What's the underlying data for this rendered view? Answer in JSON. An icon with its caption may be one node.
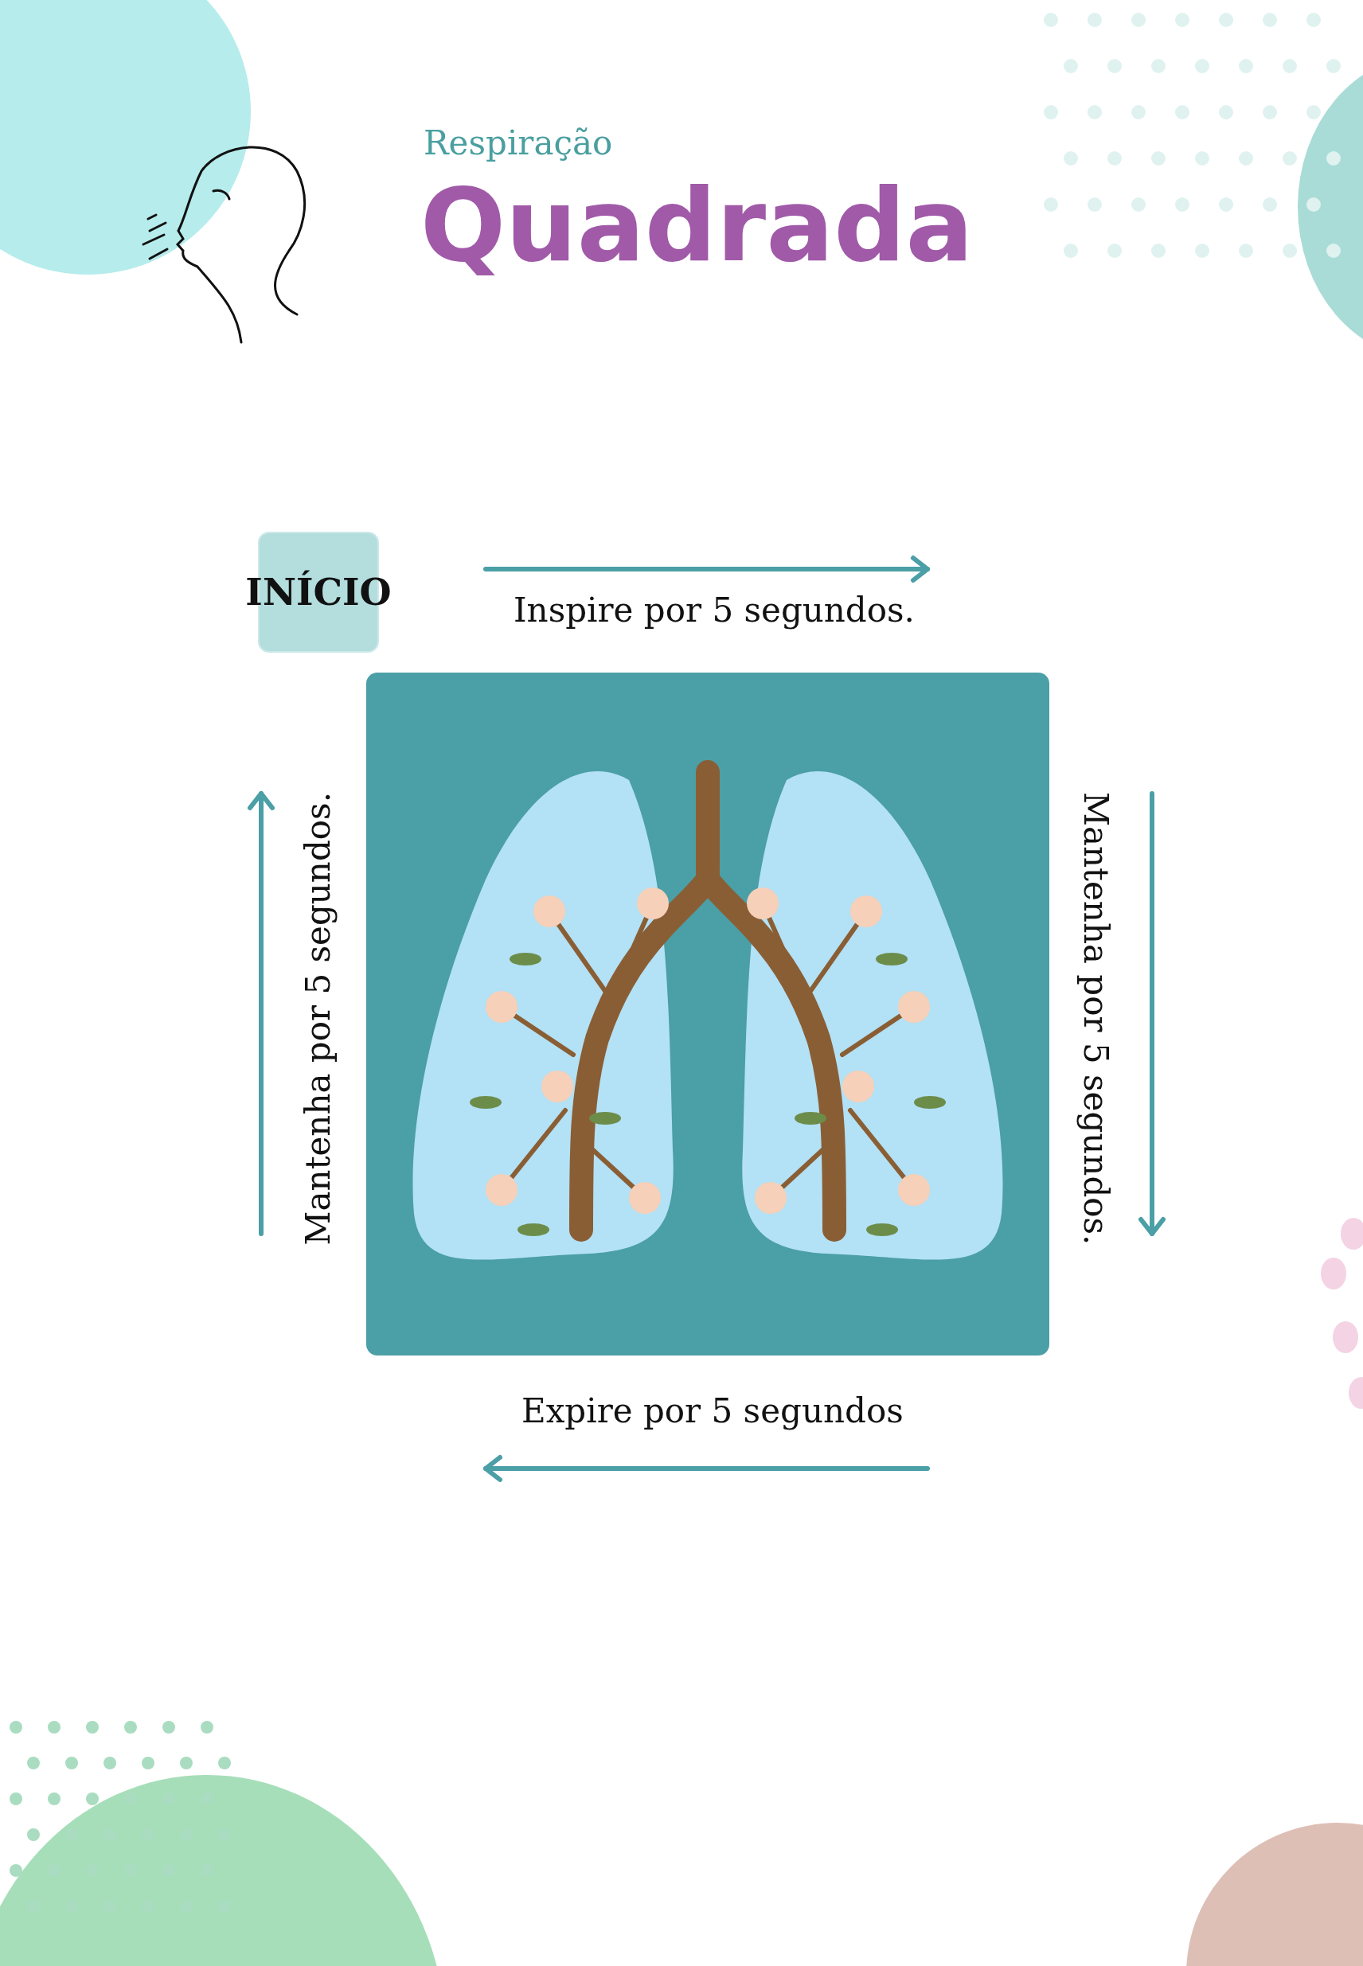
{
  "diagram": {
    "title": "Quadrada",
    "nodes": [
      {
        "text": [
          "INÍCIO"
        ]
      }
    ],
    "labels": [
      "Respiração",
      "Inspire por 5 segundos.",
      "Mantenha por 5 segundos.",
      "Mantenha por 5 segundos.",
      "Expire por 5 segundos"
    ]
  }
}
